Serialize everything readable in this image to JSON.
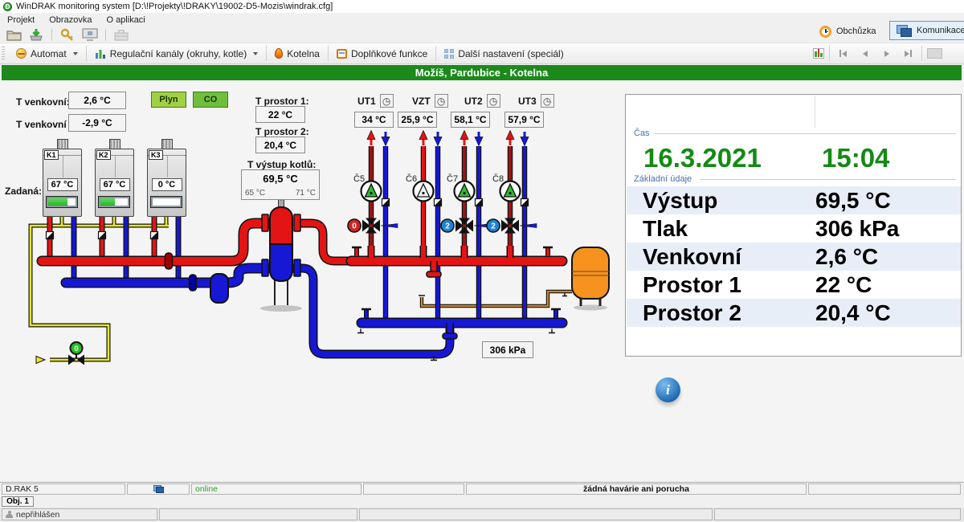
{
  "window": {
    "title": "WinDRAK monitoring system [D:\\!Projekty\\!DRAKY\\19002-D5-Mozis\\windrak.cfg]",
    "menu": [
      "Projekt",
      "Obrazovka",
      "O aplikaci"
    ]
  },
  "toolbar": {
    "buttons": [
      {
        "label": "Automat"
      },
      {
        "label": "Regulační kanály (okruhy, kotle)"
      },
      {
        "label": "Kotelna"
      },
      {
        "label": "Doplňkové funkce"
      },
      {
        "label": "Další nastavení (speciál)"
      }
    ],
    "obchuzka": "Obchůzka",
    "komunikace": "Komunikace"
  },
  "header": {
    "title": "Možíš, Pardubice - Kotelna"
  },
  "sensors": {
    "t_venkovni_label": "T venkovní:",
    "t_venkovni": "2,6 °C",
    "t_venkovni_avg_label": "T venkovní Ø:",
    "t_venkovni_avg": "-2,9 °C",
    "plyn": "Plyn",
    "co": "CO",
    "t_prostor1_label": "T prostor 1:",
    "t_prostor1": "22 °C",
    "t_prostor2_label": "T prostor 2:",
    "t_prostor2": "20,4 °C",
    "t_vystup_label": "T výstup kotlů:",
    "t_vystup": "69,5 °C",
    "t_vystup_min": "65 °C",
    "t_vystup_max": "71 °C",
    "zadana_label": "Zadaná:",
    "pressure": "306 kPa"
  },
  "boilers": [
    {
      "name": "K1",
      "temp": "67 °C",
      "level": 72
    },
    {
      "name": "K2",
      "temp": "67 °C",
      "level": 52
    },
    {
      "name": "K3",
      "temp": "0 °C",
      "level": 0
    }
  ],
  "circuits": [
    {
      "name": "UT1",
      "temp": "34 °C",
      "pump": "Č5",
      "valve": "0"
    },
    {
      "name": "VZT",
      "temp": "25,9 °C",
      "pump": "Č6",
      "valve": ""
    },
    {
      "name": "UT2",
      "temp": "58,1 °C",
      "pump": "Č7",
      "valve": "2"
    },
    {
      "name": "UT3",
      "temp": "57,9 °C",
      "pump": "Č8",
      "valve": "2"
    }
  ],
  "gas_valve_badge": "0",
  "panel": {
    "cas_label": "Čas",
    "date": "16.3.2021",
    "time": "15:04",
    "zakladni_label": "Základní údaje",
    "rows": [
      {
        "label": "Výstup",
        "value": "69,5 °C"
      },
      {
        "label": "Tlak",
        "value": "306 kPa"
      },
      {
        "label": "Venkovní",
        "value": "2,6 °C"
      },
      {
        "label": "Prostor 1",
        "value": "22 °C"
      },
      {
        "label": "Prostor 2",
        "value": "20,4 °C"
      }
    ]
  },
  "statusbar": {
    "device": "D.RAK 5",
    "online": "online",
    "message": "žádná havárie ani porucha",
    "tab": "Obj. 1",
    "login": "nepřihlášen"
  }
}
